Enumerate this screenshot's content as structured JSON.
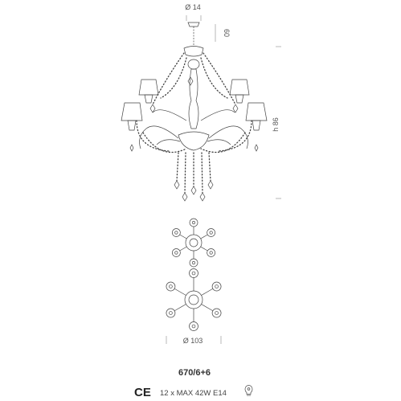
{
  "dimensions": {
    "top_diameter": "Ø 14",
    "chain_height": "60",
    "total_height": "h 86",
    "bottom_diameter": "Ø 103"
  },
  "product": {
    "code": "670/6+6",
    "ce_mark": "CE",
    "lamp_spec": "12 x MAX 42W E14",
    "spec_icon": "bulb-certification-icon"
  }
}
